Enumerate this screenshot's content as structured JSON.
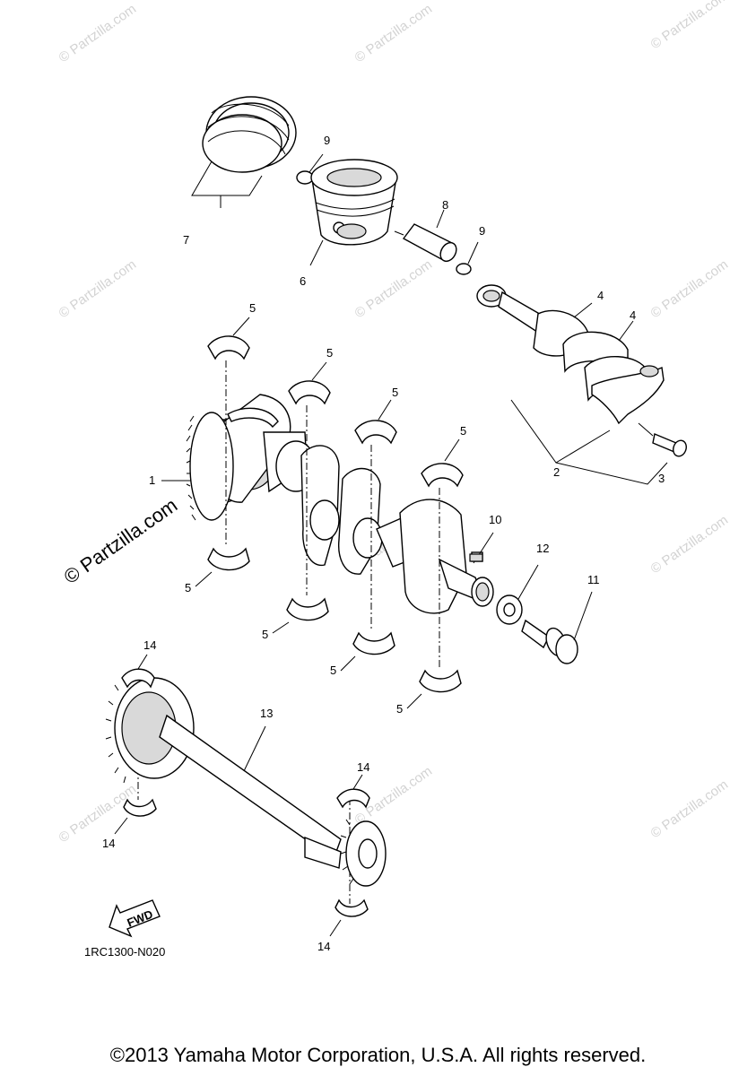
{
  "diagram": {
    "callouts": {
      "c1": "1",
      "c2": "2",
      "c3": "3",
      "c4a": "4",
      "c4b": "4",
      "c5a": "5",
      "c5b": "5",
      "c5c": "5",
      "c5d": "5",
      "c5e": "5",
      "c5f": "5",
      "c5g": "5",
      "c5h": "5",
      "c6": "6",
      "c7": "7",
      "c8": "8",
      "c9a": "9",
      "c9b": "9",
      "c10": "10",
      "c11": "11",
      "c12": "12",
      "c13": "13",
      "c14a": "14",
      "c14b": "14",
      "c14c": "14",
      "c14d": "14"
    },
    "fwd_label": "FWD",
    "diagram_code": "1RC1300-N020",
    "watermark": "© Partzilla.com",
    "watermark_main": "© Partzilla.com",
    "colors": {
      "line": "#000000",
      "watermark": "#d3d3d3",
      "shade": "#d9d9d9"
    }
  },
  "footer": {
    "copyright": "©2013 Yamaha Motor Corporation, U.S.A. All rights reserved."
  }
}
